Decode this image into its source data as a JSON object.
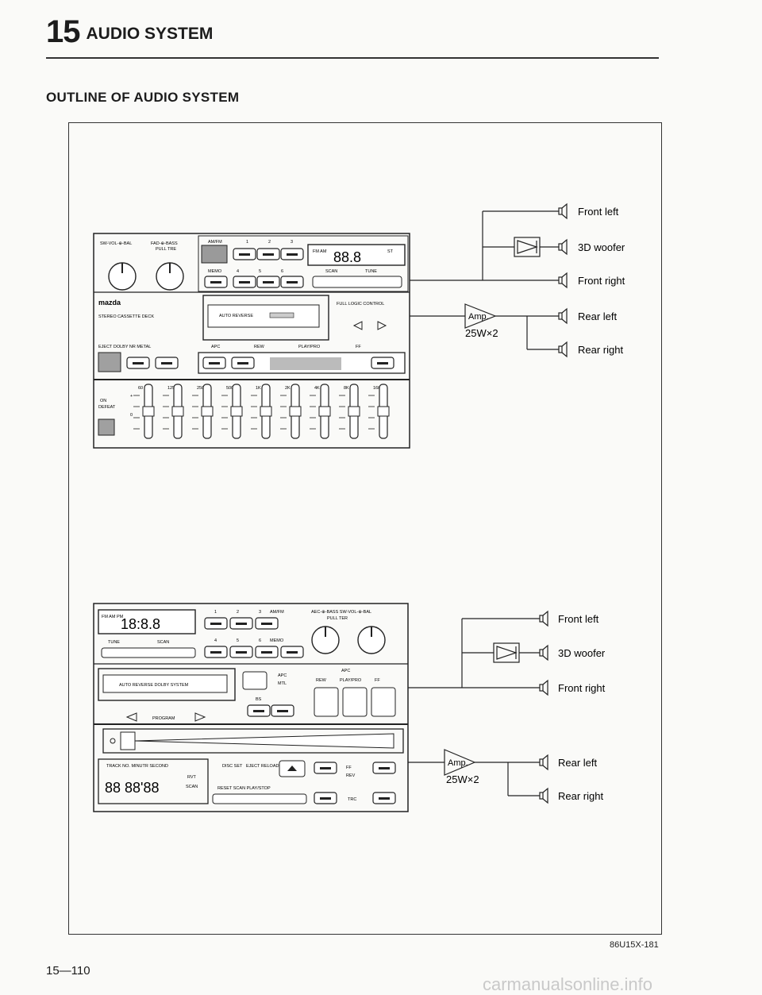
{
  "header": {
    "section_number": "15",
    "section_title": "AUDIO SYSTEM"
  },
  "subtitle": "OUTLINE OF AUDIO SYSTEM",
  "figure_code": "86U15X-181",
  "page_number": "15—110",
  "watermark": "carmanualsonline.info",
  "diagram1": {
    "speakers": [
      "Front left",
      "3D woofer",
      "Front right",
      "Rear left",
      "Rear right"
    ],
    "amp_label": "Amp.",
    "amp_rating": "25W×2",
    "upper_panel": {
      "knob_labels": [
        "SW-VOL-⊕-BAL",
        "FAD-⊕-BASS",
        "PULL  TRE"
      ],
      "brand": "mazda",
      "deck_label": "STEREO CASSETTE DECK",
      "preset_label": "AM/FM",
      "preset_numbers": [
        "1",
        "2",
        "3",
        "4",
        "5",
        "6"
      ],
      "memo_label": "MEMO",
      "band_indicator": "FM AM",
      "display_digits": "88.8",
      "st_label": "ST",
      "scan_label": "SCAN",
      "tune_label": "TUNE",
      "auto_reverse": "AUTO REVERSE",
      "logic_label": "FULL LOGIC CONTROL",
      "function_labels": [
        "EJECT DOLBY NR METAL",
        "APC",
        "REW",
        "PLAY/PRO",
        "FF"
      ]
    },
    "equalizer": {
      "freq_labels": [
        "60",
        "125",
        "250",
        "500",
        "1K",
        "2K",
        "4K",
        "8K",
        "16K"
      ],
      "switch_labels": [
        "ON",
        "DEFEAT"
      ],
      "scale_labels": [
        "+",
        "0"
      ]
    }
  },
  "diagram2": {
    "speakers": [
      "Front left",
      "3D woofer",
      "Front right",
      "Rear left",
      "Rear right"
    ],
    "amp_label": "Amp.",
    "amp_rating": "25W×2",
    "radio": {
      "band_indicator": "FM AM PM",
      "display_digits": "18:8.8",
      "preset_numbers": [
        "1",
        "2",
        "3",
        "4",
        "5",
        "6"
      ],
      "amfm_label": "AM/FM",
      "memo_label": "MEMO",
      "tune_label": "TUNE",
      "scan_label": "SCAN",
      "knob_label": "AEC-⊕-BASS SW-VOL-⊕-BAL",
      "pull_label": "PULL TER"
    },
    "deck": {
      "auto_reverse": "AUTO REVERSE DOLBY SYSTEM",
      "program": "PROGRAM",
      "apc_labels": [
        "APC",
        "MTL",
        "BS"
      ],
      "transport_labels": [
        "APC",
        "REW",
        "PLAY/PRO",
        "FF"
      ]
    },
    "cd": {
      "track_label": "TRACK NO. MINUTR SECOND",
      "display_digits": "88 88'88",
      "rvt_label": "RVT",
      "scan_label": "SCAN",
      "disc_set": "DISC SET",
      "eject_reload": "EJECT RELOAD",
      "reset_scan_play": "RESET  SCAN  PLAY/STOP",
      "ff_label": "FF",
      "rev_label": "REV",
      "trc_label": "TRC"
    }
  }
}
